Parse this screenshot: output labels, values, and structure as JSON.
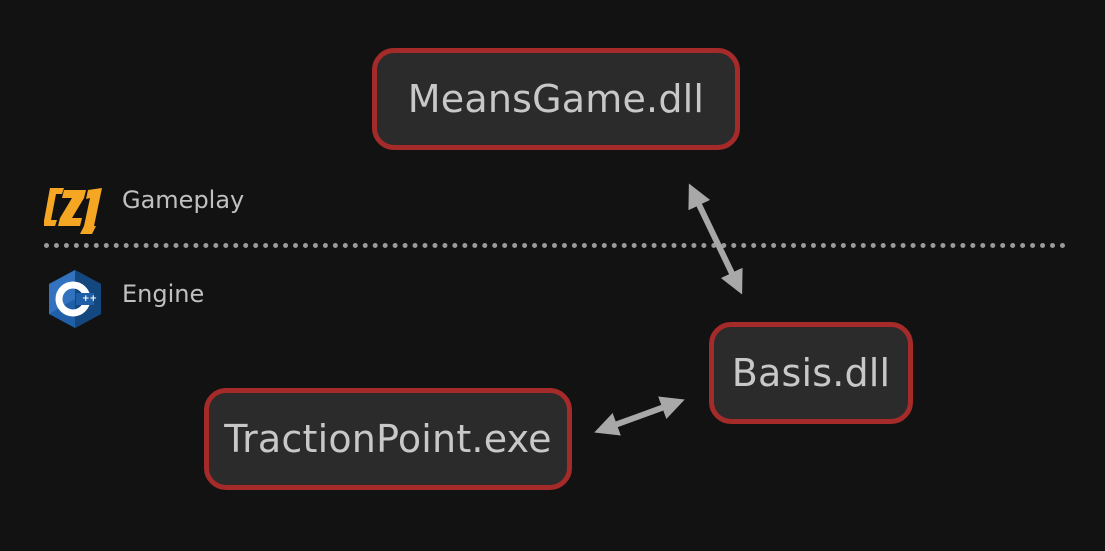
{
  "layers": {
    "gameplay_label": "Gameplay",
    "engine_label": "Engine"
  },
  "nodes": {
    "means_game": "MeansGame.dll",
    "basis": "Basis.dll",
    "traction_point": "TractionPoint.exe"
  },
  "icons": {
    "gameplay": "zombie-studios-logo-icon",
    "engine": "cpp-logo-icon"
  },
  "colors": {
    "background": "#121212",
    "node_fill": "#2b2b2b",
    "node_border": "#a52a2a",
    "node_text": "#c8c8c8",
    "arrow": "#a8a8a8",
    "divider": "#9a9a9a",
    "logo_orange": "#f5a623",
    "cpp_blue": "#1f5fa8"
  },
  "connections": [
    {
      "from": "MeansGame.dll",
      "to": "Basis.dll",
      "type": "bidirectional"
    },
    {
      "from": "TractionPoint.exe",
      "to": "Basis.dll",
      "type": "bidirectional"
    }
  ]
}
